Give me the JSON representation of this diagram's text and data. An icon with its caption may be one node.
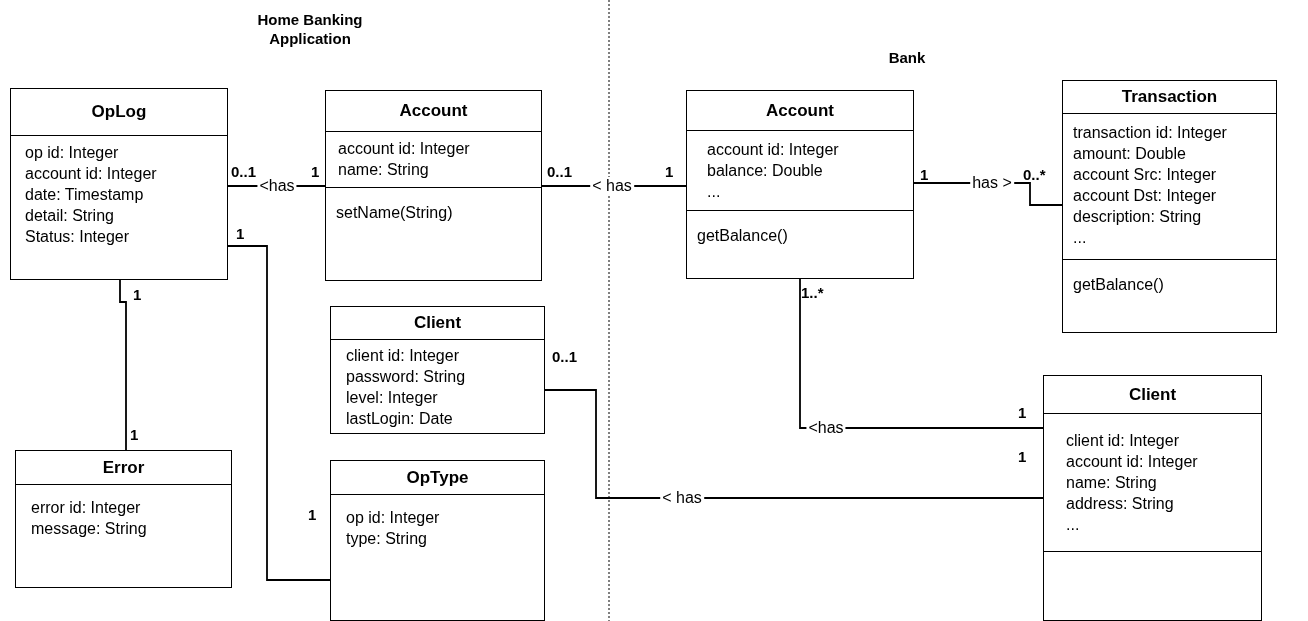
{
  "diagram": {
    "nodes": [
      {
        "text": [
          "OpLog",
          "op id: Integer",
          "account id: Integer",
          "date: Timestamp",
          "detail: String",
          "Status: Integer"
        ]
      },
      {
        "text": [
          "Account",
          "account id: Integer",
          "name: String",
          "setName(String)"
        ]
      },
      {
        "text": [
          "Client",
          "client id: Integer",
          "password: String",
          "level: Integer",
          "lastLogin: Date"
        ]
      },
      {
        "text": [
          "Error",
          "error id: Integer",
          "message: String"
        ]
      },
      {
        "text": [
          "OpType",
          "op id: Integer",
          "type: String"
        ]
      },
      {
        "text": [
          "Account",
          "account id: Integer",
          "balance: Double",
          "...",
          "getBalance()"
        ]
      },
      {
        "text": [
          "Transaction",
          "transaction id: Integer",
          "amount: Double",
          "account Src: Integer",
          "account Dst: Integer",
          "description: String",
          "...",
          "getBalance()"
        ]
      },
      {
        "text": [
          "Client",
          "client id: Integer",
          "account id: Integer",
          "name: String",
          "address: String",
          "..."
        ]
      }
    ],
    "edges": [
      {
        "from": 0,
        "to": 1,
        "arrow": "none",
        "label": "<has"
      },
      {
        "from": 1,
        "to": 5,
        "arrow": "none",
        "label": "< has"
      },
      {
        "from": 5,
        "to": 6,
        "arrow": "none",
        "label": "has >"
      },
      {
        "from": 0,
        "to": 3,
        "arrow": "none"
      },
      {
        "from": 0,
        "to": 4,
        "arrow": "none"
      },
      {
        "from": 5,
        "to": 7,
        "arrow": "none",
        "label": "<has"
      },
      {
        "from": 2,
        "to": 7,
        "arrow": "none",
        "label": "< has"
      }
    ],
    "labels": [
      "Home Banking Application",
      "Bank",
      "0..1",
      "1",
      "0..1",
      "1",
      "1",
      "0..*",
      "1",
      "1",
      "1",
      "0..1",
      "1..*",
      "1",
      "1",
      "1"
    ]
  }
}
